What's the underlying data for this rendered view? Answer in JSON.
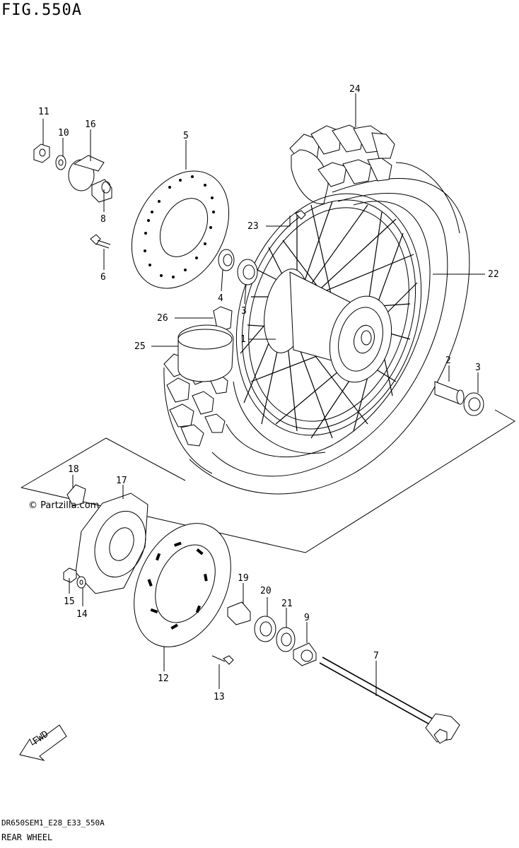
{
  "figure": {
    "title": "FIG.550A"
  },
  "footer": {
    "code": "DR650SEM1_E28_E33_550A",
    "name": "REAR WHEEL"
  },
  "watermark": "© Partzilla.com",
  "fwd_label": "FWD",
  "callouts": [
    {
      "id": "c11",
      "label": "11"
    },
    {
      "id": "c10",
      "label": "10"
    },
    {
      "id": "c16",
      "label": "16"
    },
    {
      "id": "c8",
      "label": "8"
    },
    {
      "id": "c6",
      "label": "6"
    },
    {
      "id": "c5",
      "label": "5"
    },
    {
      "id": "c4",
      "label": "4"
    },
    {
      "id": "c3a",
      "label": "3"
    },
    {
      "id": "c24",
      "label": "24"
    },
    {
      "id": "c23",
      "label": "23"
    },
    {
      "id": "c22",
      "label": "22"
    },
    {
      "id": "c26",
      "label": "26"
    },
    {
      "id": "c25",
      "label": "25"
    },
    {
      "id": "c1",
      "label": "1"
    },
    {
      "id": "c2",
      "label": "2"
    },
    {
      "id": "c3b",
      "label": "3"
    },
    {
      "id": "c18",
      "label": "18"
    },
    {
      "id": "c17",
      "label": "17"
    },
    {
      "id": "c15",
      "label": "15"
    },
    {
      "id": "c14",
      "label": "14"
    },
    {
      "id": "c19",
      "label": "19"
    },
    {
      "id": "c20",
      "label": "20"
    },
    {
      "id": "c21",
      "label": "21"
    },
    {
      "id": "c9",
      "label": "9"
    },
    {
      "id": "c7",
      "label": "7"
    },
    {
      "id": "c12",
      "label": "12"
    },
    {
      "id": "c13",
      "label": "13"
    }
  ]
}
